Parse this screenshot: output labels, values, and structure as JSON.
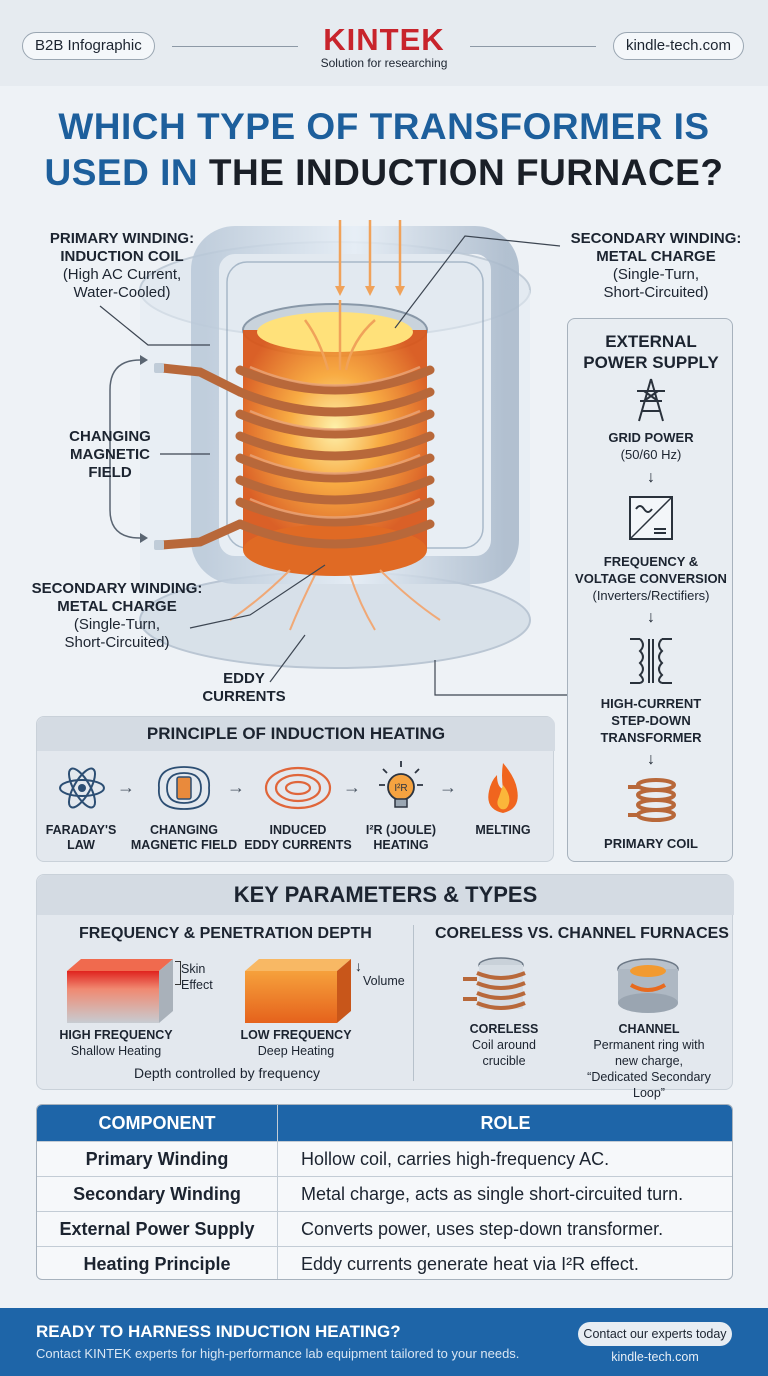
{
  "header": {
    "badge": "B2B Infographic",
    "brand": "KINTEK",
    "tagline": "Solution for researching",
    "website": "kindle-tech.com"
  },
  "title": {
    "line1": "WHICH TYPE OF TRANSFORMER IS",
    "line2_blue": "USED IN",
    "line2_dark": "THE INDUCTION FURNACE?"
  },
  "callouts": {
    "primary": {
      "h1": "PRIMARY WINDING:",
      "h2": "INDUCTION COIL",
      "d1": "(High AC Current,",
      "d2": "Water-Cooled)"
    },
    "secondary_top": {
      "h1": "SECONDARY WINDING:",
      "h2": "METAL CHARGE",
      "d1": "(Single-Turn,",
      "d2": "Short-Circuited)"
    },
    "changing": {
      "l1": "CHANGING",
      "l2": "MAGNETIC",
      "l3": "FIELD"
    },
    "secondary_bottom": {
      "h1": "SECONDARY WINDING:",
      "h2": "METAL CHARGE",
      "d1": "(Single-Turn,",
      "d2": "Short-Circuited)"
    },
    "eddy": {
      "l1": "EDDY",
      "l2": "CURRENTS"
    }
  },
  "external": {
    "title1": "EXTERNAL",
    "title2": "POWER SUPPLY",
    "grid_h": "GRID POWER",
    "grid_d": "(50/60 Hz)",
    "conv_h1": "FREQUENCY &",
    "conv_h2": "VOLTAGE CONVERSION",
    "conv_d": "(Inverters/Rectifiers)",
    "xf1": "HIGH-CURRENT",
    "xf2": "STEP-DOWN",
    "xf3": "TRANSFORMER",
    "coil": "PRIMARY COIL"
  },
  "principle": {
    "title": "PRINCIPLE OF INDUCTION HEATING",
    "steps": [
      {
        "l1": "FARADAY'S",
        "l2": "LAW"
      },
      {
        "l1": "CHANGING",
        "l2": "MAGNETIC FIELD"
      },
      {
        "l1": "INDUCED",
        "l2": "EDDY CURRENTS"
      },
      {
        "l1": "I²R (JOULE)",
        "l2": "HEATING"
      },
      {
        "l1": "MELTING",
        "l2": ""
      }
    ]
  },
  "key": {
    "title": "KEY PARAMETERS & TYPES",
    "left_title": "FREQUENCY & PENETRATION DEPTH",
    "skin1": "Skin",
    "skin2": "Effect",
    "volume": "Volume",
    "high_h": "HIGH FREQUENCY",
    "high_d": "Shallow Heating",
    "low_h": "LOW FREQUENCY",
    "low_d": "Deep Heating",
    "depth_note": "Depth controlled by frequency",
    "right_title": "CORELESS VS. CHANNEL FURNACES",
    "coreless_h": "CORELESS",
    "coreless_d1": "Coil around",
    "coreless_d2": "crucible",
    "channel_h": "CHANNEL",
    "channel_d1": "Permanent ring with",
    "channel_d2": "new charge,",
    "channel_d3": "“Dedicated Secondary Loop”"
  },
  "table": {
    "col1": "COMPONENT",
    "col2": "ROLE",
    "rows": [
      {
        "component": "Primary Winding",
        "role": "Hollow coil, carries high-frequency AC."
      },
      {
        "component": "Secondary Winding",
        "role": "Metal charge, acts as single short-circuited turn."
      },
      {
        "component": "External Power Supply",
        "role": "Converts power, uses step-down transformer."
      },
      {
        "component": "Heating Principle",
        "role": "Eddy currents generate heat via I²R effect."
      }
    ]
  },
  "footer": {
    "headline": "READY TO HARNESS INDUCTION HEATING?",
    "sub": "Contact KINTEK experts for high-performance lab equipment tailored to your needs.",
    "cta": "Contact our experts today",
    "url": "kindle-tech.com"
  },
  "colors": {
    "brand_red": "#c8242c",
    "title_blue": "#1d5f9c",
    "table_header": "#1e65a8",
    "copper": "#b8683a",
    "molten": "#f59a2a"
  }
}
